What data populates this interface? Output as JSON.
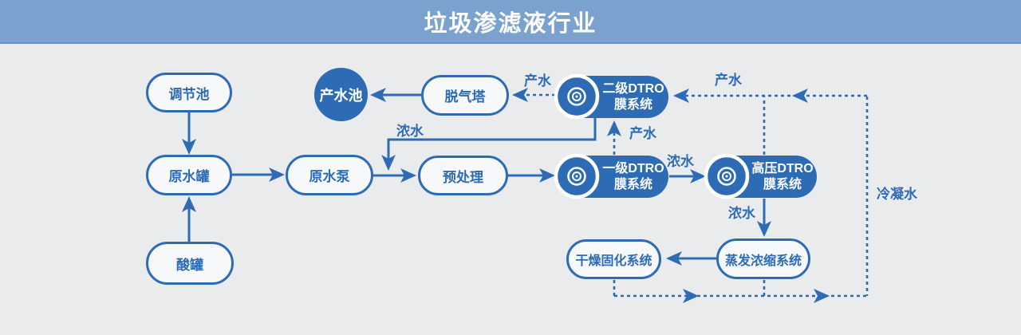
{
  "header": {
    "title": "垃圾渗滤液行业"
  },
  "colors": {
    "accent": "#2d6cb4",
    "header_bg": "#7aa2cf",
    "canvas_bg": "#eaebed"
  },
  "diagram": {
    "type": "process-flow",
    "nodes": {
      "regulation_pool": "调节池",
      "raw_water_tank": "原水罐",
      "acid_tank": "酸罐",
      "raw_water_pump": "原水泵",
      "pretreatment": "预处理",
      "degassing_tower": "脱气塔",
      "product_water_pool": "产水池",
      "stage2_dtro": {
        "line1": "二级DTRO",
        "line2": "膜系统"
      },
      "stage1_dtro": {
        "line1": "一级DTRO",
        "line2": "膜系统"
      },
      "hp_dtro": {
        "line1": "高压DTRO",
        "line2": "膜系统"
      },
      "evaporation_system": "蒸发浓缩系统",
      "drying_system": "干燥固化系统"
    },
    "edges": [
      {
        "from": "调节池",
        "to": "原水罐",
        "style": "solid",
        "label": ""
      },
      {
        "from": "酸罐",
        "to": "原水罐",
        "style": "solid",
        "label": ""
      },
      {
        "from": "原水罐",
        "to": "原水泵",
        "style": "solid",
        "label": ""
      },
      {
        "from": "原水泵",
        "to": "预处理",
        "style": "solid",
        "label": ""
      },
      {
        "from": "预处理",
        "to": "一级DTRO膜系统",
        "style": "solid",
        "label": ""
      },
      {
        "from": "一级DTRO膜系统",
        "to": "高压DTRO膜系统",
        "style": "solid",
        "label": "浓水"
      },
      {
        "from": "一级DTRO膜系统",
        "to": "二级DTRO膜系统",
        "style": "dashed",
        "label": "产水"
      },
      {
        "from": "二级DTRO膜系统",
        "to": "脱气塔",
        "style": "dashed",
        "label": "产水"
      },
      {
        "from": "脱气塔",
        "to": "产水池",
        "style": "solid",
        "label": ""
      },
      {
        "from": "二级DTRO膜系统",
        "to": "预处理前端",
        "style": "solid",
        "label": "浓水"
      },
      {
        "from": "高压DTRO膜系统",
        "to": "二级DTRO膜系统",
        "style": "dashed",
        "label": "产水"
      },
      {
        "from": "高压DTRO膜系统",
        "to": "蒸发浓缩系统",
        "style": "solid",
        "label": "浓水"
      },
      {
        "from": "蒸发浓缩系统",
        "to": "干燥固化系统",
        "style": "solid",
        "label": ""
      },
      {
        "from": "蒸发浓缩系统",
        "to": "二级DTRO膜系统",
        "style": "dashed",
        "label": "冷凝水"
      },
      {
        "from": "干燥固化系统",
        "to": "冷凝水回流管",
        "style": "dashed",
        "label": ""
      }
    ]
  }
}
